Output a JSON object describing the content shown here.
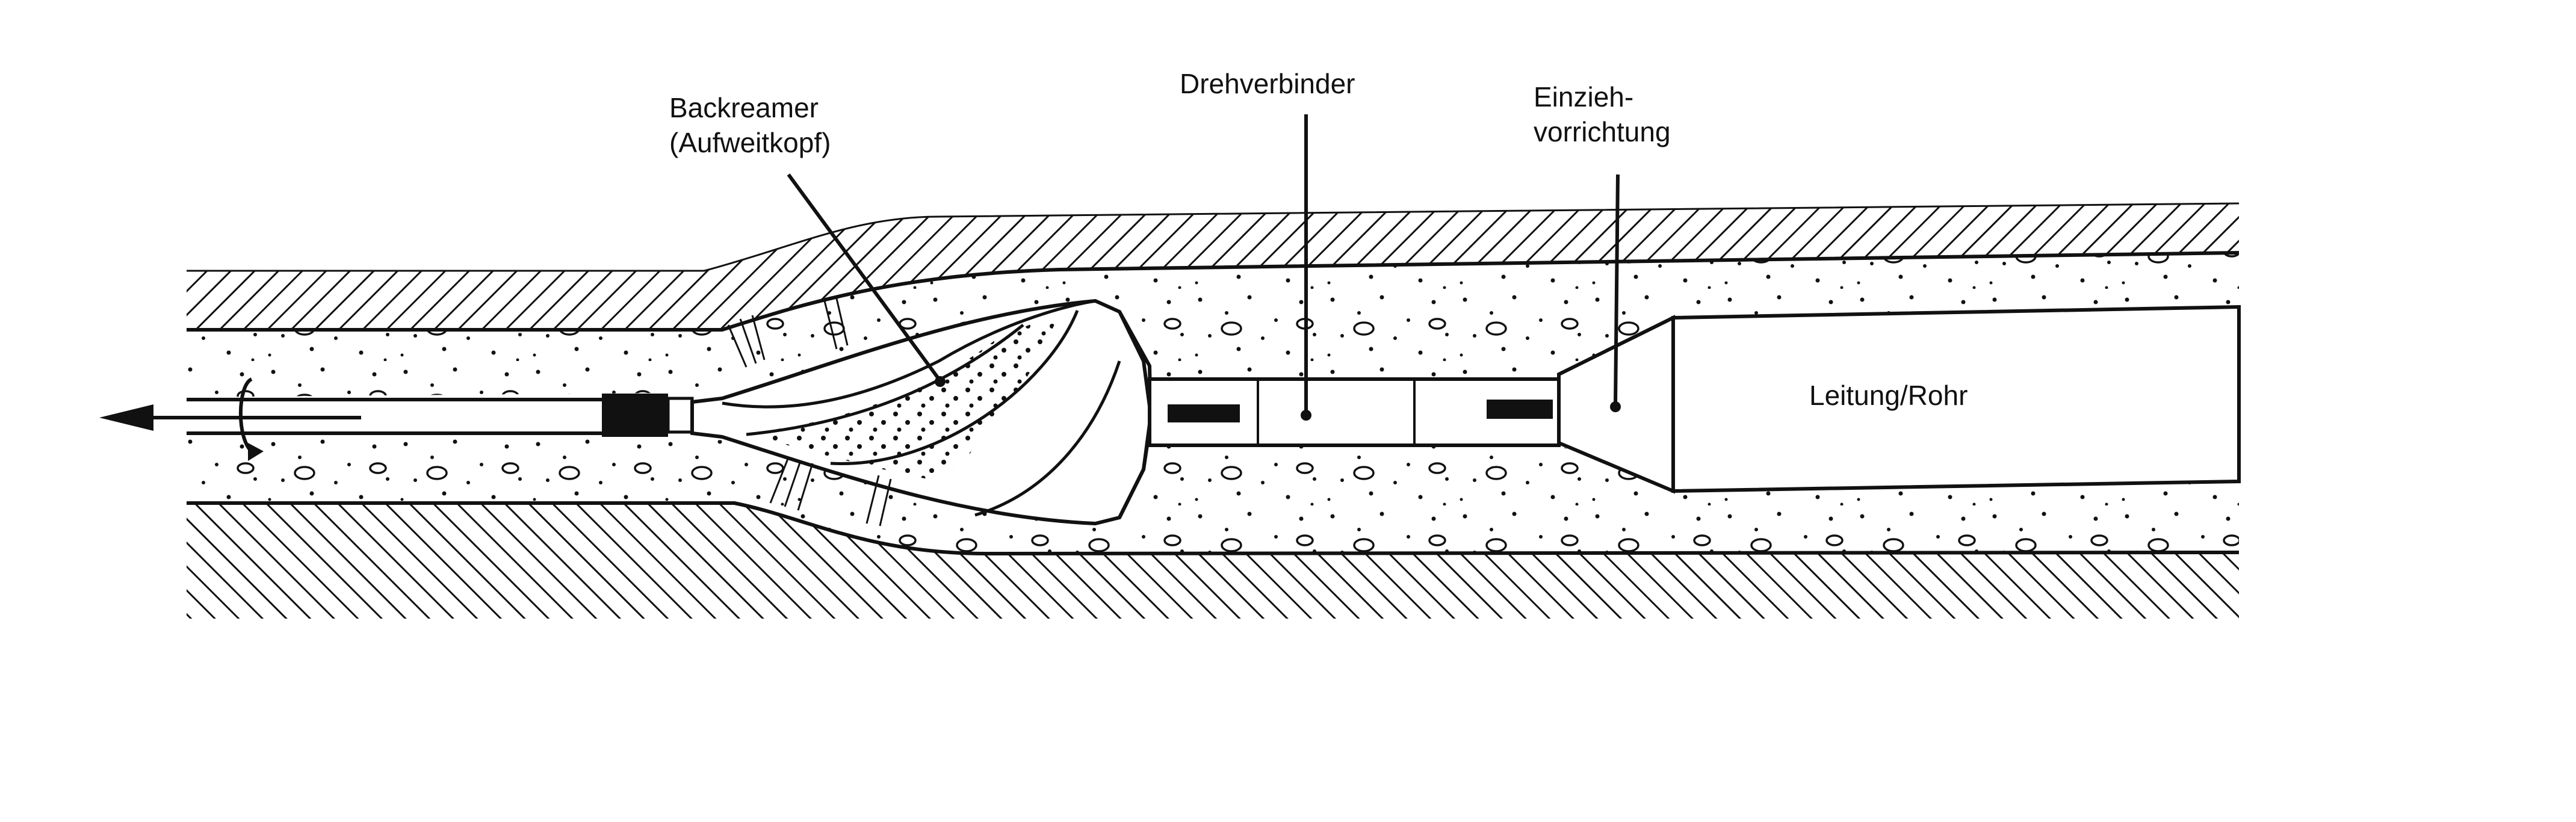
{
  "labels": {
    "backreamer_line1": "Backreamer",
    "backreamer_line2": "(Aufweitkopf)",
    "swivel": "Drehverbinder",
    "pulling_device_line1": "Einzieh-",
    "pulling_device_line2": "vorrichtung",
    "pipe": "Leitung/Rohr"
  },
  "colors": {
    "ink": "#111111",
    "background": "#ffffff",
    "fill": "#ffffff"
  }
}
